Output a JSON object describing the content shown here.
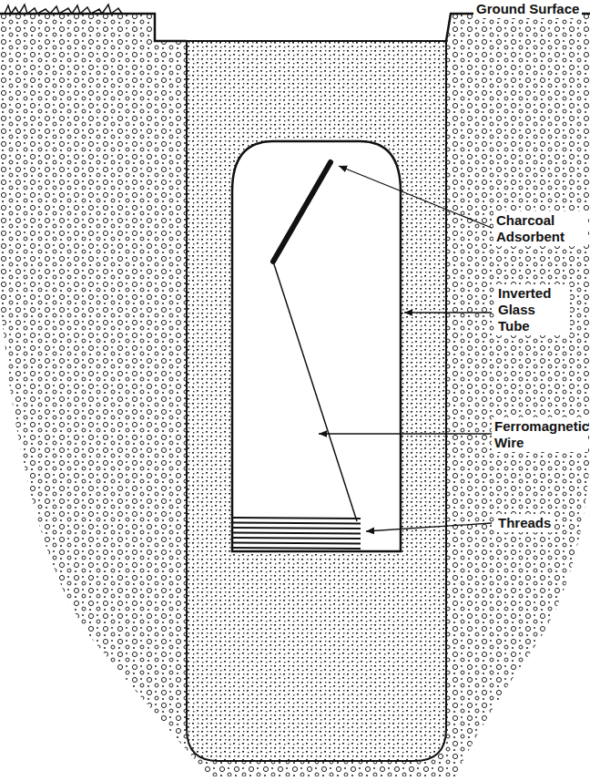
{
  "diagram": {
    "labels": [
      "Ground Surface",
      "Charcoal Adsorbent",
      "Inverted Glass Tube",
      "Ferromagnetic Wire",
      "Threads"
    ]
  }
}
